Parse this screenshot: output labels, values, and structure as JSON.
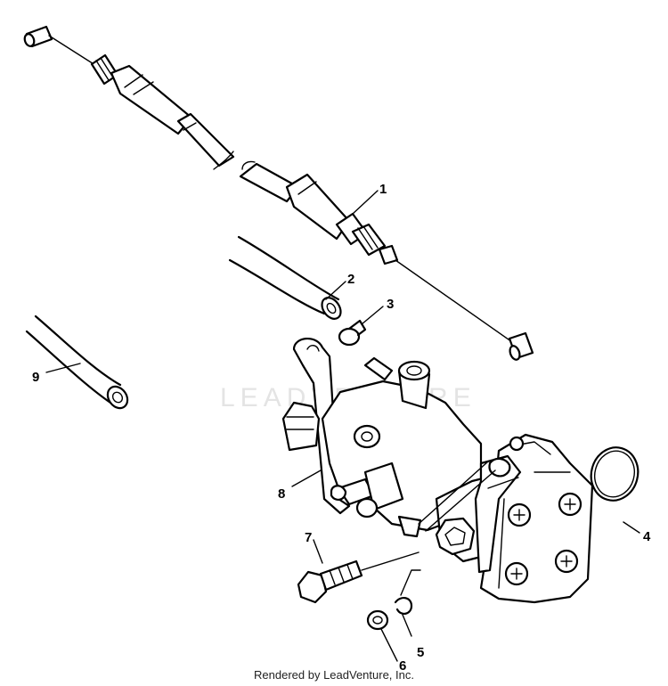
{
  "watermark": "LEADVENTURE",
  "caption": "Rendered by LeadVenture, Inc.",
  "callouts": [
    "1",
    "2",
    "3",
    "4",
    "5",
    "6",
    "7",
    "8",
    "9"
  ]
}
